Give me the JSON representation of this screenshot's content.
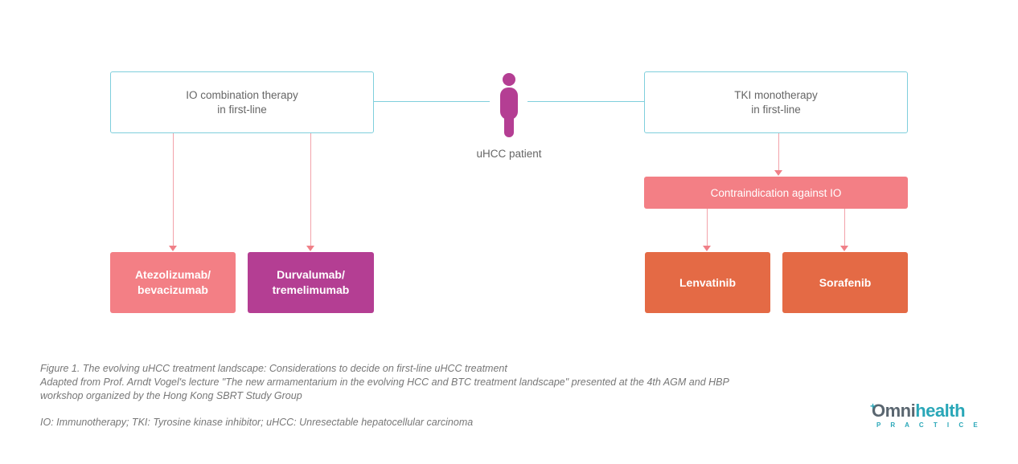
{
  "colors": {
    "teal": "#7fcfdc",
    "pink": "#f37f85",
    "magenta": "#b43e93",
    "orange": "#e46a45",
    "connector_pink": "#f3a3aa"
  },
  "diagram": {
    "patient": {
      "icon": "person-icon",
      "label": "uHCC patient"
    },
    "left_branch": {
      "title": "IO combination therapy\nin first-line",
      "options": [
        {
          "label": "Atezolizumab/\nbevacizumab"
        },
        {
          "label": "Durvalumab/\ntremelimumab"
        }
      ]
    },
    "right_branch": {
      "title": "TKI monotherapy\nin first-line",
      "condition": "Contraindication against IO",
      "options": [
        {
          "label": "Lenvatinib"
        },
        {
          "label": "Sorafenib"
        }
      ]
    }
  },
  "caption": {
    "figure": "Figure 1. The evolving uHCC treatment landscape: Considerations to decide on first-line uHCC treatment",
    "source": "Adapted from Prof. Arndt Vogel's lecture \"The new armamentarium in the evolving HCC and BTC treatment landscape\" presented at the 4th AGM and HBP\nworkshop organized by the Hong Kong SBRT Study Group",
    "abbreviations": "IO: Immunotherapy; TKI: Tyrosine kinase inhibitor; uHCC: Unresectable hepatocellular carcinoma"
  },
  "logo": {
    "name": "Omnihealth",
    "prefix": "Omni",
    "suffix": "health",
    "tagline": "P R A C T I C E"
  }
}
